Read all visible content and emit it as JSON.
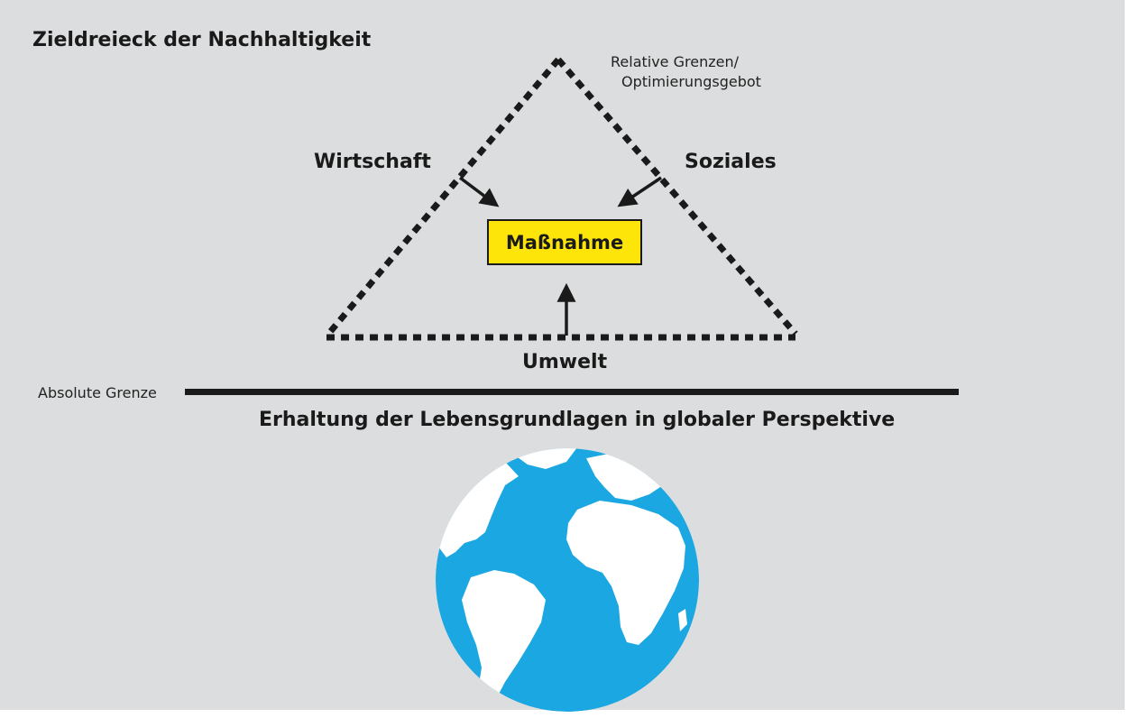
{
  "title": "Zieldreieck der Nachhaltigkeit",
  "relative_label": {
    "line1": "Relative Grenzen/",
    "line2": "Optimierungsgebot"
  },
  "left_label": "Wirtschaft",
  "right_label": "Soziales",
  "bottom_label": "Umwelt",
  "center_box": "Maßnahme",
  "absolute_label": "Absolute Grenze",
  "foundation_label": "Erhaltung der Lebensgrundlagen in globaler Perspektive",
  "colors": {
    "background": "#dcddde",
    "box_fill": "#fde50a",
    "ocean": "#1ba7e2",
    "land": "#ffffff",
    "line": "#1a1a1a"
  },
  "icons": {
    "earth": "globe-icon"
  }
}
